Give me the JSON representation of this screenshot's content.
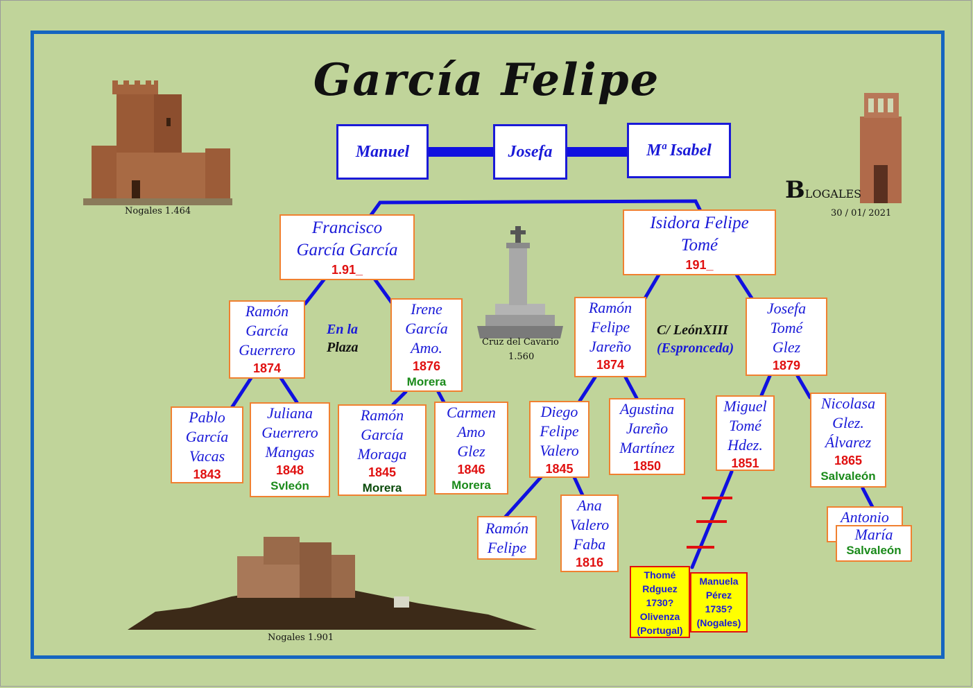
{
  "title": "García Felipe",
  "top_names": {
    "left": "Manuel",
    "middle": "Josefa",
    "right": "Mª Isabel"
  },
  "blog": {
    "initial": "B",
    "rest": "LOGALES",
    "date": "30 / 01/ 2021"
  },
  "captions": {
    "castle": "Nogales 1.464",
    "hill": "Nogales 1.901",
    "cross_name": "Cruz del Cavario",
    "cross_year": "1.560"
  },
  "notes": {
    "plaza_1": "En la",
    "plaza_2": "Plaza",
    "street_1": "C/ LeónXIII",
    "street_2": "(Espronceda)"
  },
  "people": {
    "francisco": {
      "l1": "Francisco",
      "l2": "García García",
      "year": "1.91_"
    },
    "isidora": {
      "l1": "Isidora Felipe",
      "l2": "Tomé",
      "year": "191_"
    },
    "ramon_gg": {
      "l1": "Ramón",
      "l2": "García",
      "l3": "Guerrero",
      "year": "1874"
    },
    "irene": {
      "l1": "Irene",
      "l2": "García",
      "l3": "Amo.",
      "year": "1876",
      "place": "Morera"
    },
    "ramon_fj": {
      "l1": "Ramón",
      "l2": "Felipe",
      "l3": "Jareño",
      "year": "1874"
    },
    "josefa_tg": {
      "l1": "Josefa",
      "l2": "Tomé",
      "l3": "Glez",
      "year": "1879"
    },
    "pablo": {
      "l1": "Pablo",
      "l2": "García",
      "l3": "Vacas",
      "year": "1843"
    },
    "juliana": {
      "l1": "Juliana",
      "l2": "Guerrero",
      "l3": "Mangas",
      "year": "1848",
      "place": "Svleón"
    },
    "ramon_gm": {
      "l1": "Ramón",
      "l2": "García",
      "l3": "Moraga",
      "year": "1845",
      "place": "Morera"
    },
    "carmen": {
      "l1": "Carmen",
      "l2": "Amo",
      "l3": "Glez",
      "year": "1846",
      "place": "Morera"
    },
    "diego": {
      "l1": "Diego",
      "l2": "Felipe",
      "l3": "Valero",
      "year": "1845"
    },
    "agustina": {
      "l1": "Agustina",
      "l2": "Jareño",
      "l3": "Martínez",
      "year": "1850"
    },
    "miguel": {
      "l1": "Miguel",
      "l2": "Tomé",
      "l3": "Hdez.",
      "year": "1851"
    },
    "nicolasa": {
      "l1": "Nicolasa",
      "l2": "Glez.",
      "l3": "Álvarez",
      "year": "1865",
      "place": "Salvaleón"
    },
    "ramon_f": {
      "l1": "Ramón",
      "l2": "Felipe"
    },
    "ana": {
      "l1": "Ana",
      "l2": "Valero",
      "l3": "Faba",
      "year": "1816"
    },
    "antonio": {
      "l1": "Antonio"
    },
    "maria": {
      "l1": "María",
      "place": "Salvaleón"
    },
    "thome": {
      "l1": "Thomé",
      "l2": "Rdguez",
      "l3": "1730?",
      "l4": "Olivenza",
      "l5": "(Portugal)"
    },
    "manuela": {
      "l1": "Manuela",
      "l2": "Pérez",
      "l3": "1735?",
      "l4": "(Nogales)"
    }
  },
  "colors": {
    "background": "#c0d49a",
    "frame": "#1565c0",
    "name_text": "#1a1ad8",
    "year": "#e01010",
    "place": "#1a8a1a",
    "box_border": "#f08030"
  }
}
